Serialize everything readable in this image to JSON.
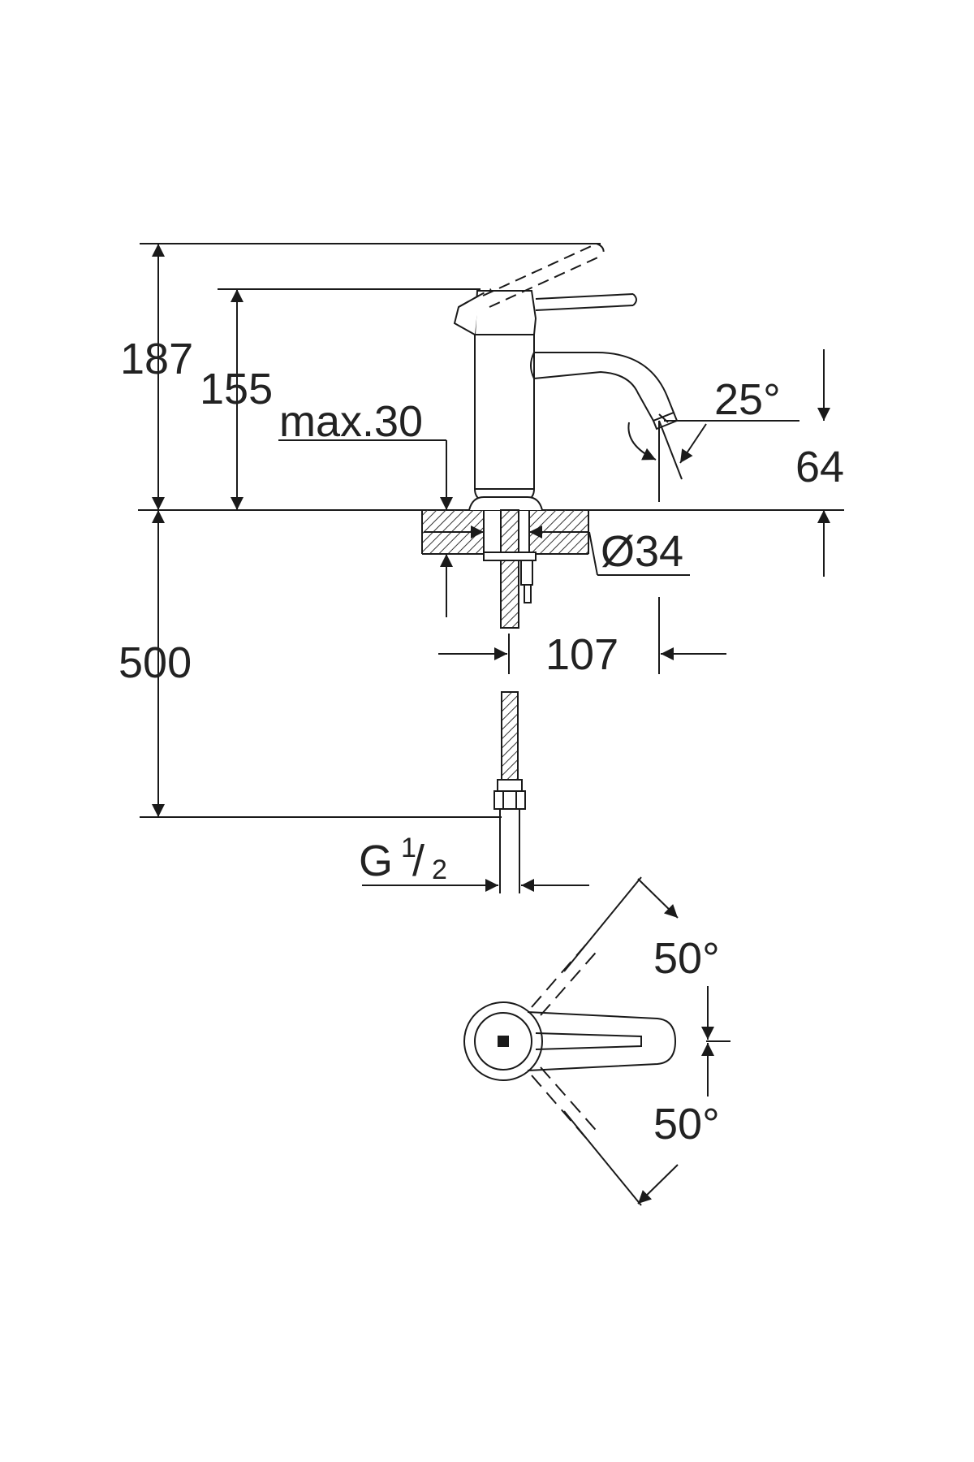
{
  "diagram": {
    "dimensions": {
      "overall_height": "187",
      "spout_height": "155",
      "max_deck_thickness": "max.30",
      "spout_angle": "25°",
      "spout_clearance": "64",
      "hole_diameter": "Ø34",
      "spout_reach": "107",
      "hose_length": "500",
      "thread_main": "G",
      "thread_num": "1",
      "thread_sep": "/",
      "thread_den": "2",
      "lever_rotation_up": "50°",
      "lever_rotation_down": "50°"
    },
    "colors": {
      "line": "#1a1a1a",
      "dim_line": "#333333",
      "background": "#ffffff"
    }
  }
}
